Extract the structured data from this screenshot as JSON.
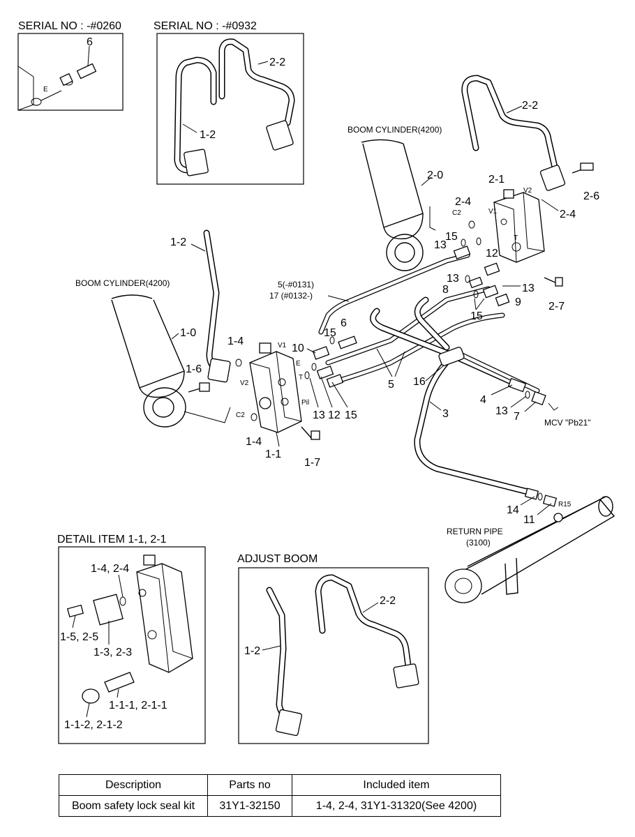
{
  "headings": {
    "serial_1": "SERIAL NO : -#0260",
    "serial_2": "SERIAL NO : -#0932",
    "detail": "DETAIL ITEM 1-1, 2-1",
    "adjust": "ADJUST BOOM"
  },
  "annotations": {
    "boom_cyl_right": "BOOM CYLINDER(4200)",
    "boom_cyl_left": "BOOM CYLINDER(4200)",
    "return_pipe": "RETURN PIPE",
    "return_pipe_no": "(3100)",
    "mcv": "MCV \"Pb21\"",
    "serial_5a": "5(-#0131)",
    "serial_17": "17 (#0132-)"
  },
  "port_marks": {
    "v1": "V1",
    "v2": "V2",
    "c2": "C2",
    "e": "E",
    "t": "T",
    "pil": "Pil",
    "r15": "R15"
  },
  "callouts": {
    "c6": "6",
    "c22": "2-2",
    "c12": "1-2",
    "e": "E",
    "c20": "2-0",
    "c21": "2-1",
    "c24a": "2-4",
    "c24b": "2-4",
    "c26": "2-6",
    "c27": "2-7",
    "c12m": "1-2",
    "c10": "1-0",
    "c14a": "1-4",
    "c14b": "1-4",
    "c16": "1-6",
    "c11": "1-1",
    "c17": "1-7",
    "c13a": "13",
    "c15a": "15",
    "c12n": "12",
    "c13b": "13",
    "c8": "8",
    "c13c": "13",
    "c9": "9",
    "c15b": "15",
    "c6b": "6",
    "c15c": "15",
    "c10n": "10",
    "c13d": "13",
    "c12o": "12",
    "c15d": "15",
    "c5": "5",
    "c16n": "16",
    "c3": "3",
    "c4": "4",
    "c13e": "13",
    "c7": "7",
    "c14n": "14",
    "c11n": "11",
    "d_14_24": "1-4, 2-4",
    "d_15_25": "1-5, 2-5",
    "d_13_23": "1-3, 2-3",
    "d_111_211": "1-1-1, 2-1-1",
    "d_112_212": "1-1-2, 2-1-2",
    "a_22": "2-2",
    "a_12": "1-2"
  },
  "table": {
    "headers": [
      "Description",
      "Parts no",
      "Included item"
    ],
    "rows": [
      [
        "Boom safety lock seal kit",
        "31Y1-32150",
        "1-4, 2-4, 31Y1-31320(See 4200)"
      ]
    ]
  }
}
